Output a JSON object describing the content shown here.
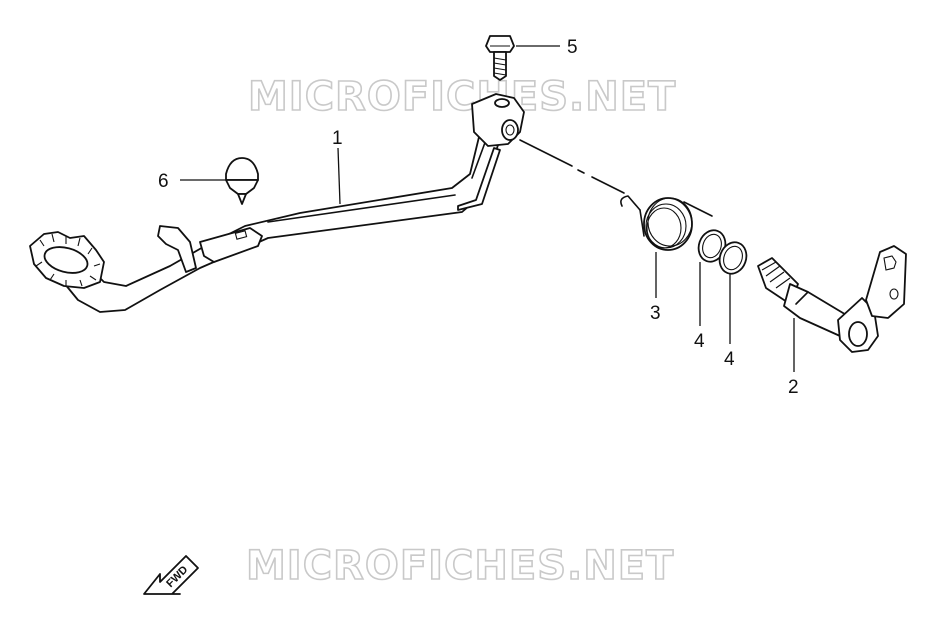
{
  "watermarks": [
    "MICROFICHES.NET",
    "MICROFICHES.NET"
  ],
  "fwd_label": "FWD",
  "callouts": {
    "c1": "1",
    "c2": "2",
    "c3": "3",
    "c4a": "4",
    "c4b": "4",
    "c5": "5",
    "c6": "6"
  },
  "colors": {
    "ink": "#111111",
    "watermark": "#c9c9c9"
  }
}
